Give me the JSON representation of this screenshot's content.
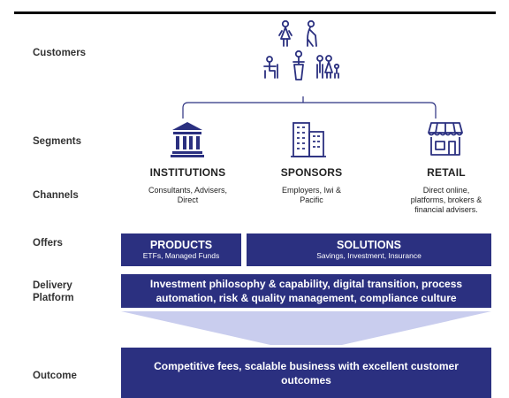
{
  "rows": {
    "customers": "Customers",
    "segments": "Segments",
    "channels": "Channels",
    "offers": "Offers",
    "delivery_line1": "Delivery",
    "delivery_line2": "Platform",
    "outcome": "Outcome"
  },
  "segments": [
    {
      "title": "INSTITUTIONS",
      "desc1": "Consultants, Advisers,",
      "desc2": "Direct",
      "desc3": "",
      "icon": "bank-icon"
    },
    {
      "title": "SPONSORS",
      "desc1": "Employers, Iwi &",
      "desc2": "Pacific",
      "desc3": "",
      "icon": "office-buildings-icon"
    },
    {
      "title": "RETAIL",
      "desc1": "Direct online,",
      "desc2": "platforms, brokers &",
      "desc3": "financial advisers.",
      "icon": "storefront-icon"
    }
  ],
  "offers": {
    "products_title": "PRODUCTS",
    "products_sub": "ETFs, Managed Funds",
    "solutions_title": "SOLUTIONS",
    "solutions_sub": "Savings, Investment, Insurance"
  },
  "delivery": {
    "line1": "Investment philosophy & capability, digital transition, process",
    "line2": "automation, risk & quality management, compliance culture"
  },
  "outcome": {
    "line1": "Competitive fees, scalable business with excellent customer",
    "line2": "outcomes"
  },
  "colors": {
    "navy": "#2b3080",
    "arrow": "#c9cdee",
    "icon": "#2b3080"
  }
}
